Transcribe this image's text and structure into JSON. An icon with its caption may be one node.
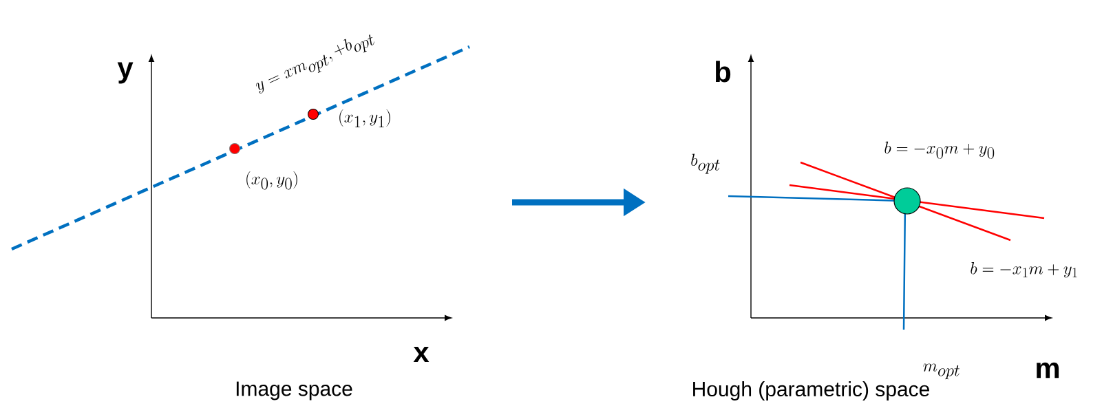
{
  "diagram": {
    "labels": [
      "y = xm_{opt}, +b_{opt}",
      "y",
      "(x_1, y_1)",
      "(x_0, y_0)",
      "x",
      "Image space",
      "b",
      "b = -x_0m + y_0",
      "b_{opt}",
      "b = -x_1m + y_1",
      "m_{opt}",
      "m",
      "Hough (parametric) space"
    ]
  }
}
